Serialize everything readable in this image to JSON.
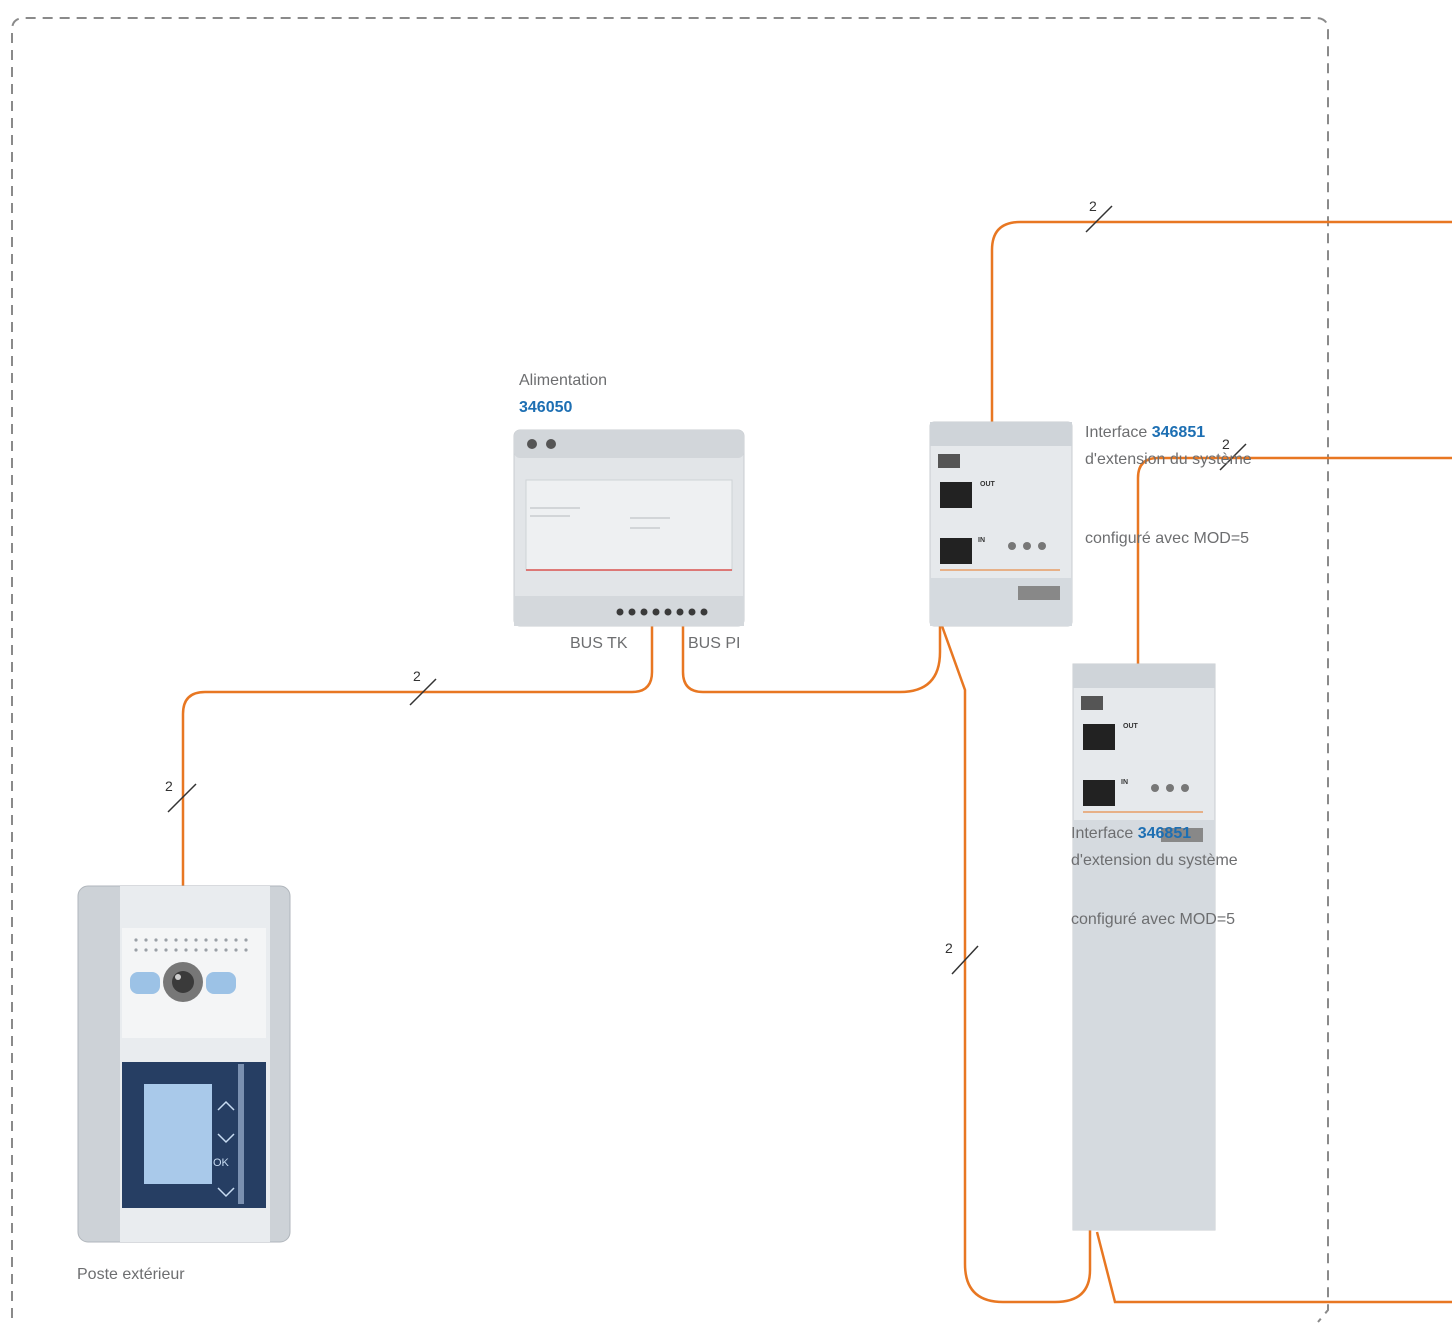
{
  "power_supply": {
    "label": "Alimentation",
    "code": "346050",
    "port_tk": "BUS TK",
    "port_pi": "BUS PI"
  },
  "interface_top": {
    "prefix": "Interface",
    "code": "346851",
    "line2": "d'extension du système",
    "config": "configuré avec MOD=5"
  },
  "interface_bottom": {
    "prefix": "Interface",
    "code": "346851",
    "line2": "d'extension du système",
    "config": "configuré avec MOD=5"
  },
  "outdoor_station": {
    "label": "Poste extérieur"
  },
  "wire_count": "2",
  "device_text": {
    "out": "OUT",
    "in": "IN",
    "ok": "OK"
  },
  "colors": {
    "wire": "#e87722",
    "code": "#1d6fb3",
    "frame": "#8a8a8a"
  }
}
